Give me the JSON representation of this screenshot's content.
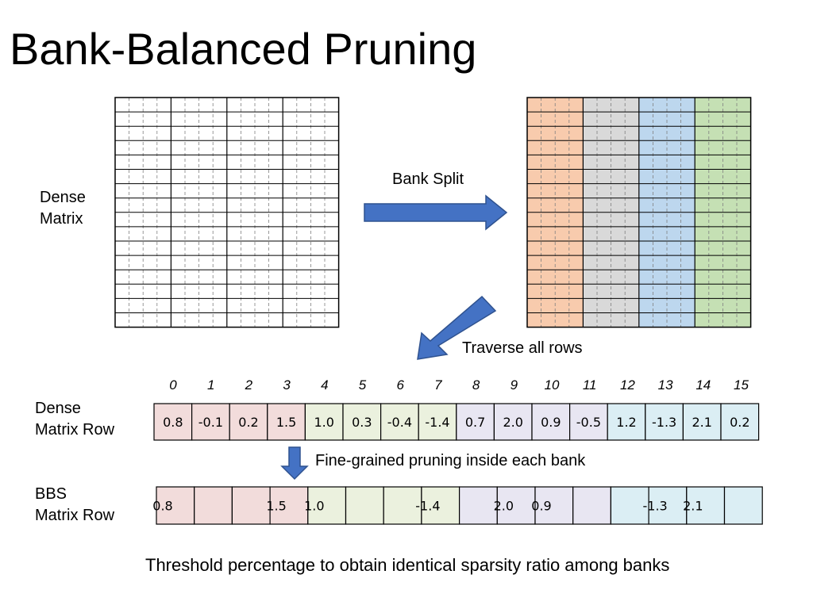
{
  "title": "Bank-Balanced Pruning",
  "labels": {
    "dense_matrix": [
      "Dense",
      "Matrix"
    ],
    "bank_split": "Bank Split",
    "traverse": "Traverse all rows",
    "dense_row": [
      "Dense",
      "Matrix Row"
    ],
    "bbs_row": [
      "BBS",
      "Matrix Row"
    ],
    "fine_grained": "Fine-grained pruning inside each bank",
    "threshold_note": "Threshold percentage to obtain identical sparsity ratio among banks"
  },
  "colors": {
    "bank_matrix": [
      "#f8cbad",
      "#d9d9d9",
      "#bdd7ee",
      "#c5e0b4"
    ],
    "bank_row": [
      "#f2dcdb",
      "#ebf1de",
      "#e8e6f2",
      "#dbeef4"
    ],
    "arrow": "#4472c4",
    "note": "#ff0000"
  },
  "indices": [
    "0",
    "1",
    "2",
    "3",
    "4",
    "5",
    "6",
    "7",
    "8",
    "9",
    "10",
    "11",
    "12",
    "13",
    "14",
    "15"
  ],
  "dense_row_values": [
    "0.8",
    "-0.1",
    "0.2",
    "1.5",
    "1.0",
    "0.3",
    "-0.4",
    "-1.4",
    "0.7",
    "2.0",
    "0.9",
    "-0.5",
    "1.2",
    "-1.3",
    "2.1",
    "0.2"
  ],
  "bbs_row_values": [
    "0.8",
    "",
    "",
    "1.5",
    "1.0",
    "",
    "",
    "-1.4",
    "",
    "2.0",
    "0.9",
    "",
    "",
    "-1.3",
    "2.1",
    ""
  ]
}
